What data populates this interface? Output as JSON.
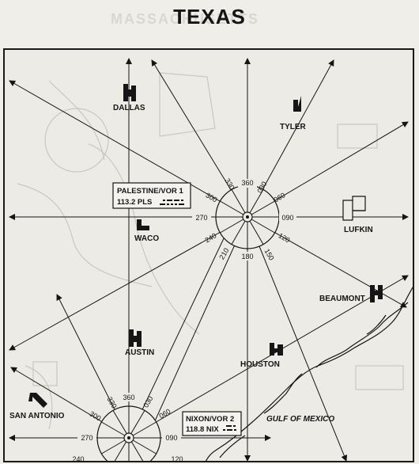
{
  "map": {
    "title": "TEXAS",
    "ghost_title": "MASSACHUSETTS"
  },
  "vors": [
    {
      "name": "PALESTINE/VOR 1",
      "freq": "113.2 PLS",
      "rose_labels": {
        "r360": "360",
        "r030": "030",
        "r060": "060",
        "r090": "090",
        "r120": "120",
        "r150": "150",
        "r180": "180",
        "r210": "210",
        "r240": "240",
        "r270": "270",
        "r300": "300",
        "r330": "330"
      }
    },
    {
      "name": "NIXON/VOR 2",
      "freq": "118.8 NIX",
      "rose_labels": {
        "r360": "360",
        "r030": "030",
        "r060": "060",
        "r090": "090",
        "r120": "120",
        "r240": "240",
        "r270": "270",
        "r300": "300",
        "r330": "330"
      }
    }
  ],
  "cities": {
    "dallas": "DALLAS",
    "tyler": "TYLER",
    "waco": "WACO",
    "lufkin": "LUFKIN",
    "beaumont": "BEAUMONT",
    "austin": "AUSTIN",
    "houston": "HOUSTON",
    "san_antonio": "SAN ANTONIO"
  },
  "water": {
    "gulf": "GULF OF MEXICO"
  },
  "icons": [
    "airport-h-icon",
    "airport-l-icon",
    "airport-arrow-icon",
    "airport-outline-icon",
    "morse-code-icon",
    "vor-station-icon"
  ]
}
